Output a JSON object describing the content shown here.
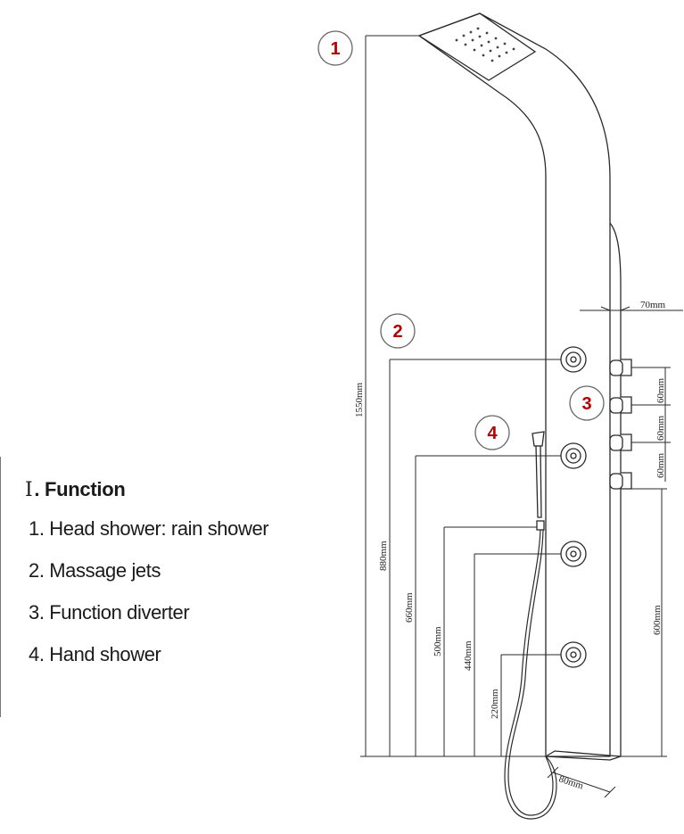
{
  "legend": {
    "numeral": "Ⅰ",
    "title": ". Function",
    "items": [
      "1. Head shower: rain shower",
      "2. Massage jets",
      "3. Function diverter",
      "4. Hand shower"
    ]
  },
  "callouts": [
    "1",
    "2",
    "3",
    "4"
  ],
  "dimensions": {
    "total_height": "1550mm",
    "jet1": "880mm",
    "jet2": "660mm",
    "hand_holder": "500mm",
    "jet3": "440mm",
    "jet4": "220mm",
    "diverter_height": "600mm",
    "depth": "70mm",
    "spacing_1": "60mm",
    "spacing_2": "60mm",
    "spacing_3": "60mm",
    "bottom_width": "80mm"
  },
  "colors": {
    "callout": "#b40000",
    "line": "#2a2a2a"
  }
}
